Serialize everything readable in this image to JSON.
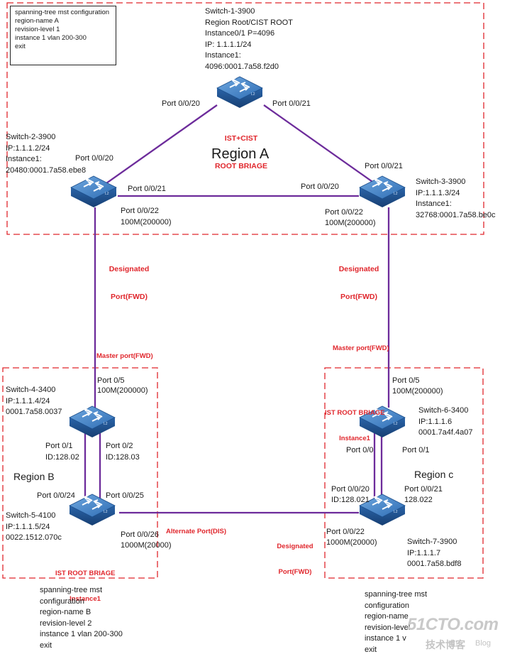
{
  "config_a": [
    "spanning-tree mst configuration",
    "region-name A",
    "revision-level 1",
    "instance 1 vlan 200-300",
    "exit"
  ],
  "config_b": [
    "spanning-tree mst",
    "configuration",
    "region-name B",
    "revision-level 2",
    "instance 1 vlan 200-300",
    "exit"
  ],
  "config_c": [
    "spanning-tree mst",
    "configuration",
    "region-name",
    "revision-level",
    "instance 1 v",
    "exit"
  ],
  "regions": {
    "a": "Region A",
    "b": "Region B",
    "c": "Region c"
  },
  "switches": {
    "sw1": [
      "Switch-1-3900",
      "Region Root/CIST ROOT",
      "Instance0/1 P=4096",
      "IP: 1.1.1.1/24",
      "Instance1:",
      "4096:0001.7a58.f2d0"
    ],
    "sw2": [
      "Switch-2-3900",
      "IP:1.1.1.2/24",
      "Instance1:",
      "20480:0001.7a58.ebe8"
    ],
    "sw3": [
      "Switch-3-3900",
      "IP:1.1.1.3/24",
      "Instance1:",
      "32768:0001.7a58.be0c"
    ],
    "sw4": [
      "Switch-4-3400",
      "IP:1.1.1.4/24",
      "0001.7a58.0037"
    ],
    "sw5": [
      "Switch-5-4100",
      "IP:1.1.1.5/24",
      "0022.1512.070c"
    ],
    "sw6": [
      "Switch-6-3400",
      "IP:1.1.1.6",
      "0001.7a4f.4a07"
    ],
    "sw7": [
      "Switch-7-3900",
      "IP:1.1.1.7",
      "0001.7a58.bdf8"
    ]
  },
  "ports": {
    "s1_p20": "Port 0/0/20",
    "s1_p21": "Port 0/0/21",
    "s2_p20": "Port 0/0/20",
    "s2_p21": "Port 0/0/21",
    "s2_p22": "Port 0/0/22",
    "s2_cost": "100M(200000)",
    "s3_p20": "Port 0/0/20",
    "s3_p21": "Port 0/0/21",
    "s3_p22": "Port 0/0/22",
    "s3_cost": "100M(200000)",
    "s4_p5": "Port 0/5",
    "s4_cost": "100M(200000)",
    "s4_p1": "Port 0/1",
    "s4_id1": "ID:128.02",
    "s4_p2": "Port 0/2",
    "s4_id2": "ID:128.03",
    "s5_p24": "Port 0/0/24",
    "s5_p25": "Port 0/0/25",
    "s5_p26": "Port 0/0/26",
    "s5_cost": "1000M(20000)",
    "s6_p5": "Port 0/5",
    "s6_cost": "100M(200000)",
    "s6_p0": "Port 0/0",
    "s6_p1": "Port 0/1",
    "s7_p20": "Port 0/0/20",
    "s7_id20": "ID:128.021",
    "s7_p21": "Port 0/0/21",
    "s7_id21": "128.022",
    "s7_p22": "Port 0/0/22",
    "s7_cost": "1000M(20000)"
  },
  "roles": {
    "ist_cist": [
      "IST+CIST",
      "ROOT BRIAGE"
    ],
    "desig_left": [
      "Designated",
      "Port(FWD)"
    ],
    "desig_right": [
      "Designated",
      "Port(FWD)"
    ],
    "master_left": "Master port(FWD)",
    "master_right": "Master port(FWD)",
    "ist_b": [
      "IST ROOT BRIAGE",
      "Instance1"
    ],
    "ist_c": [
      "IST ROOT BRIAGE",
      "Instance1"
    ],
    "alternate": "Alternate Port(DIS)",
    "desig_bottom": [
      "Designated",
      "Port(FWD)"
    ]
  },
  "watermark": {
    "site": "51CTO.com",
    "cn": "技术博客",
    "blog": "Blog"
  },
  "colors": {
    "link": "#6d2c9b",
    "region_border": "#e0262c",
    "role_text": "#e0262c",
    "switch_top": "#4a86c8",
    "switch_side": "#1f5a9c"
  }
}
